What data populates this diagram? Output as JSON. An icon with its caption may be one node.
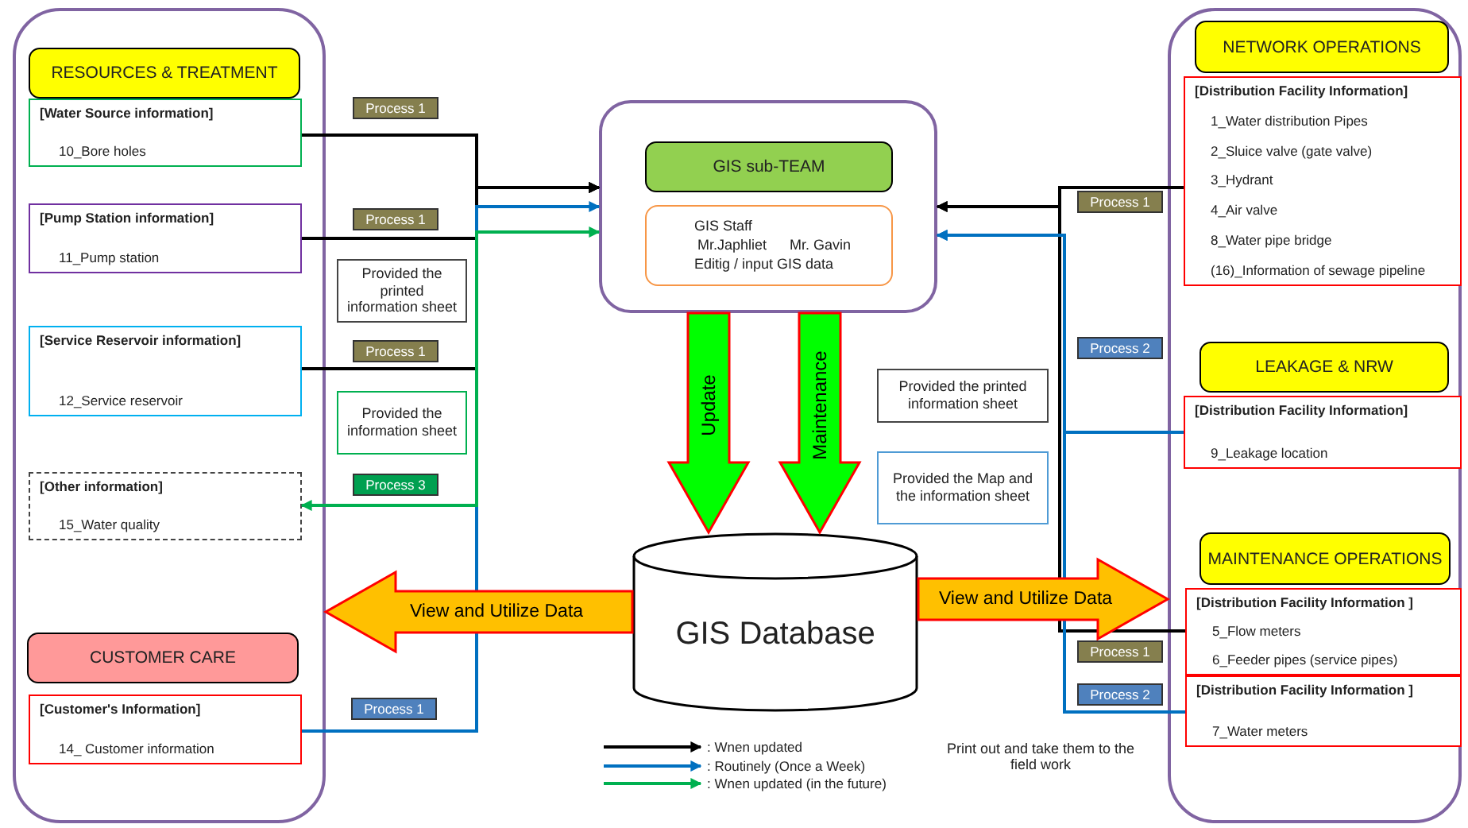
{
  "diagram": {
    "nodes": [
      {
        "text": [],
        "shape": "box"
      },
      {
        "text": [
          "RESOURCES & TREATMENT"
        ],
        "in": 0
      },
      {
        "text": [
          "[Water Source information]",
          "10_Bore holes"
        ],
        "in": 0
      },
      {
        "text": [
          "[Pump Station information]",
          "11_Pump station"
        ],
        "in": 0
      },
      {
        "text": [
          "[Service Reservoir information]",
          "12_Service reservoir"
        ],
        "in": 0
      },
      {
        "text": [
          "[Other information]",
          "15_Water quality"
        ],
        "in": 0
      },
      {
        "text": [
          "CUSTOMER CARE"
        ],
        "in": 0
      },
      {
        "text": [
          "[Customer's Information]",
          "14_ Customer information"
        ],
        "in": 0
      },
      {
        "text": [],
        "shape": "box"
      },
      {
        "text": [
          "GIS sub-TEAM"
        ],
        "in": 8
      },
      {
        "text": [
          "GIS Staff",
          "Mr.Japhliet",
          "Mr. Gavin",
          "Editig / input GIS data"
        ],
        "in": 8
      },
      {
        "text": [
          "GIS Database"
        ]
      },
      {
        "text": [],
        "shape": "box"
      },
      {
        "text": [
          "NETWORK OPERATIONS"
        ],
        "in": 12
      },
      {
        "text": [
          "[Distribution Facility Information]",
          "1_Water distribution Pipes",
          "2_Sluice valve (gate valve)",
          "3_Hydrant",
          "4_Air valve",
          "8_Water pipe bridge",
          "(16)_Information of sewage pipeline"
        ],
        "in": 12
      },
      {
        "text": [
          "LEAKAGE & NRW"
        ],
        "in": 12
      },
      {
        "text": [
          "[Distribution Facility Information]",
          "9_Leakage location"
        ],
        "in": 12
      },
      {
        "text": [
          "MAINTENANCE OPERATIONS"
        ],
        "in": 12
      },
      {
        "text": [
          "[Distribution Facility Information ]",
          "5_Flow meters",
          "6_Feeder pipes (service pipes)"
        ],
        "in": 12
      },
      {
        "text": [
          "[Distribution Facility Information ]",
          "7_Water meters"
        ],
        "in": 12
      },
      {
        "text": [
          "Provided the printed information sheet"
        ]
      },
      {
        "text": [
          "Provided the information sheet"
        ]
      },
      {
        "text": [
          "Provided the printed information sheet"
        ]
      },
      {
        "text": [
          "Provided the Map and the information sheet"
        ]
      }
    ],
    "edges": [
      {
        "from": 2,
        "to": 8,
        "arrow": "to",
        "label": "Process 1"
      },
      {
        "from": 3,
        "to": 8,
        "arrow": "to",
        "label": "Process 1"
      },
      {
        "from": 4,
        "to": 8,
        "arrow": "to",
        "label": "Process 1"
      },
      {
        "from": 7,
        "to": 8,
        "arrow": "to",
        "label": "Process 1",
        "color": "#0070c0"
      },
      {
        "from": 8,
        "to": 5,
        "arrow": "both",
        "label": "Process 3",
        "color": "#00b050"
      },
      {
        "from": 14,
        "to": 8,
        "arrow": "to",
        "label": "Process 1"
      },
      {
        "from": 16,
        "to": 8,
        "arrow": "to",
        "label": "Process 2",
        "color": "#0070c0"
      },
      {
        "from": 18,
        "to": 8,
        "arrow": "to",
        "label": "Process 1"
      },
      {
        "from": 19,
        "to": 8,
        "arrow": "to",
        "label": "Process 2",
        "color": "#0070c0"
      },
      {
        "from": 8,
        "to": 11,
        "arrow": "to",
        "label": "Update",
        "style": "thick",
        "color": "#00ff00"
      },
      {
        "from": 8,
        "to": 11,
        "arrow": "to",
        "label": "Maintenance",
        "style": "thick",
        "color": "#00ff00"
      },
      {
        "from": 11,
        "to": 0,
        "arrow": "to",
        "label": "View and Utilize Data",
        "style": "thick",
        "color": "#ffc000"
      },
      {
        "from": 11,
        "to": 12,
        "arrow": "to",
        "label": "View and Utilize Data",
        "style": "thick",
        "color": "#ffc000"
      }
    ],
    "labels": [
      "Print out and take them to the field work"
    ],
    "legend": [
      {
        "text": ": Wnen updated",
        "color": "#000000"
      },
      {
        "text": ": Routinely (Once a Week)",
        "color": "#0070c0"
      },
      {
        "text": ": Wnen updated (in the future)",
        "color": "#00b050"
      }
    ]
  }
}
